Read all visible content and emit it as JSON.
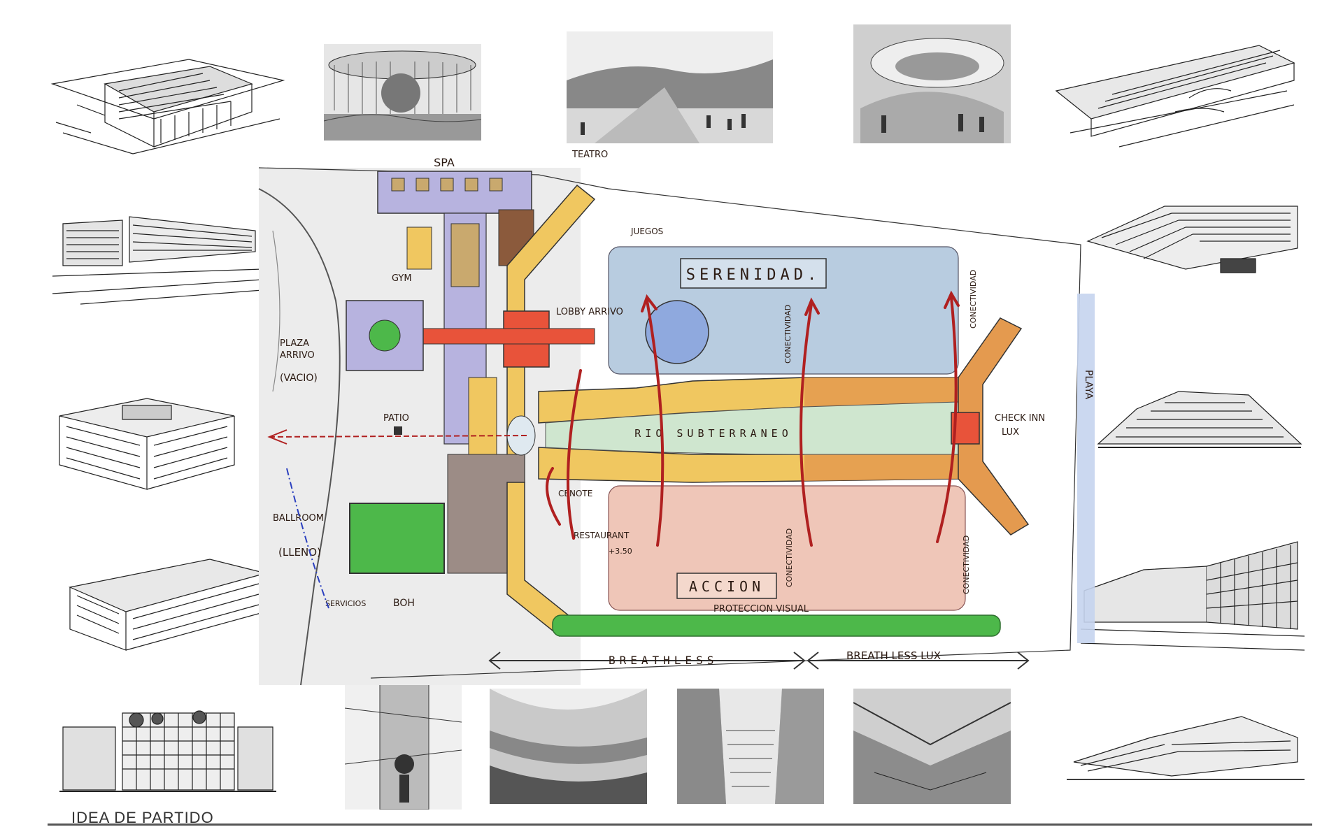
{
  "caption": "IDEA DE PARTIDO",
  "plan": {
    "zones": {
      "spa": "SPA",
      "teatro": "TEATRO",
      "juegos": "JUEGOS",
      "gym": "GYM",
      "lobby": "LOBBY ARRIVO",
      "plaza_line1": "PLAZA",
      "plaza_line2": "ARRIVO",
      "plaza_line3": "(VACIO)",
      "patio": "PATIO",
      "ballroom_line1": "BALLROOM",
      "ballroom_line2": "(LLENO)",
      "servicios": "SERVICIOS",
      "boh": "BOH",
      "cenote": "CENOTE",
      "restaurant": "RESTAURANT",
      "restaurant_level": "+3.50",
      "checkin_line1": "CHECK INN",
      "checkin_line2": "LUX",
      "rio": "RIO SUBTERRANEO"
    },
    "panels": {
      "serenidad": "SERENIDAD.",
      "accion": "ACCION"
    },
    "connectivity_labels": [
      "CONECTIVIDAD",
      "CONECTIVIDAD",
      "CONECTIVIDAD",
      "CONECTIVIDAD"
    ],
    "proteccion_visual": "PROTECCION VISUAL",
    "playa": "PLAYA",
    "breathless": "BREATHLESS",
    "breathless_lux": "BREATH LESS LUX"
  },
  "colors": {
    "serenidad_blue": "#b8cce0",
    "accion_pink": "#efc6b8",
    "wing_yellow": "#f0c760",
    "wing_orange": "#e49a4f",
    "lobby_red": "#e8533a",
    "ballroom_green": "#4db84a",
    "spa_lavender": "#b7b3df",
    "arrow_red": "#b02020",
    "playa_blue": "#c5d4ee"
  }
}
